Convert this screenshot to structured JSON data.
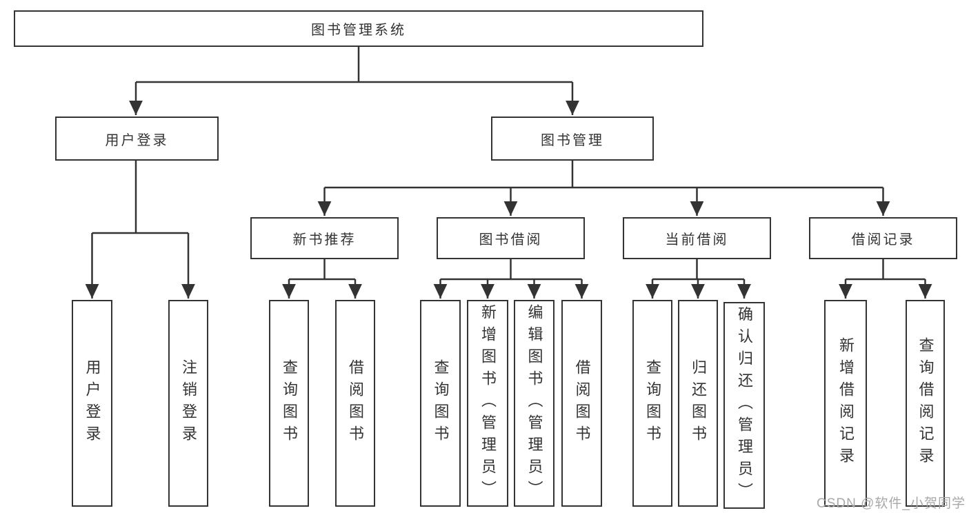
{
  "tree": {
    "root": "图书管理系统",
    "branches": [
      {
        "label": "用户登录",
        "children": [
          {
            "label": "用户登录"
          },
          {
            "label": "注销登录"
          }
        ]
      },
      {
        "label": "图书管理",
        "children": [
          {
            "label": "新书推荐",
            "children": [
              {
                "label": "查询图书"
              },
              {
                "label": "借阅图书"
              }
            ]
          },
          {
            "label": "图书借阅",
            "children": [
              {
                "label": "查询图书"
              },
              {
                "label": "新增图书（管理员）"
              },
              {
                "label": "编辑图书（管理员）"
              },
              {
                "label": "借阅图书"
              }
            ]
          },
          {
            "label": "当前借阅",
            "children": [
              {
                "label": "查询图书"
              },
              {
                "label": "归还图书"
              },
              {
                "label": "确认归还（管理员）"
              }
            ]
          },
          {
            "label": "借阅记录",
            "children": [
              {
                "label": "新增借阅记录"
              },
              {
                "label": "查询借阅记录"
              }
            ]
          }
        ]
      }
    ]
  },
  "watermark": "CSDN @软件_小贺同学",
  "colors": {
    "line": "#333333",
    "text": "#333333",
    "box_background": "#ffffff",
    "watermark": "#a8a8a8",
    "page_background": "#ffffff"
  }
}
